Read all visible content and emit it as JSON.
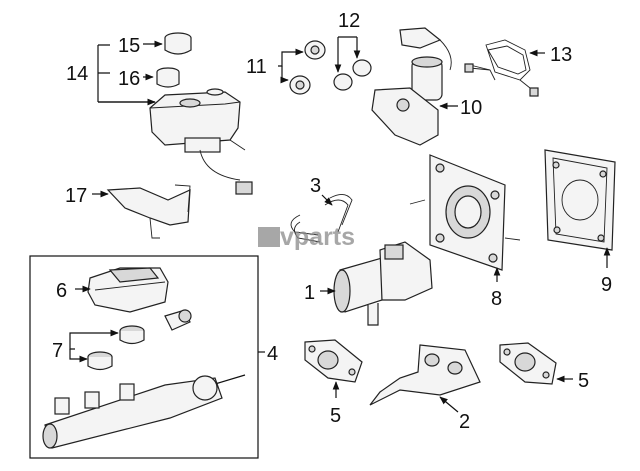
{
  "callouts": {
    "c1": "1",
    "c2": "2",
    "c3": "3",
    "c4": "4",
    "c5a": "5",
    "c5b": "5",
    "c6": "6",
    "c7": "7",
    "c8": "8",
    "c9": "9",
    "c10": "10",
    "c11": "11",
    "c12": "12",
    "c13": "13",
    "c14": "14",
    "c15": "15",
    "c16": "16",
    "c17": "17"
  },
  "watermark": "vparts",
  "colors": {
    "line": "#111111",
    "part_fill": "#f4f4f4",
    "watermark": "#8a8a8a"
  }
}
